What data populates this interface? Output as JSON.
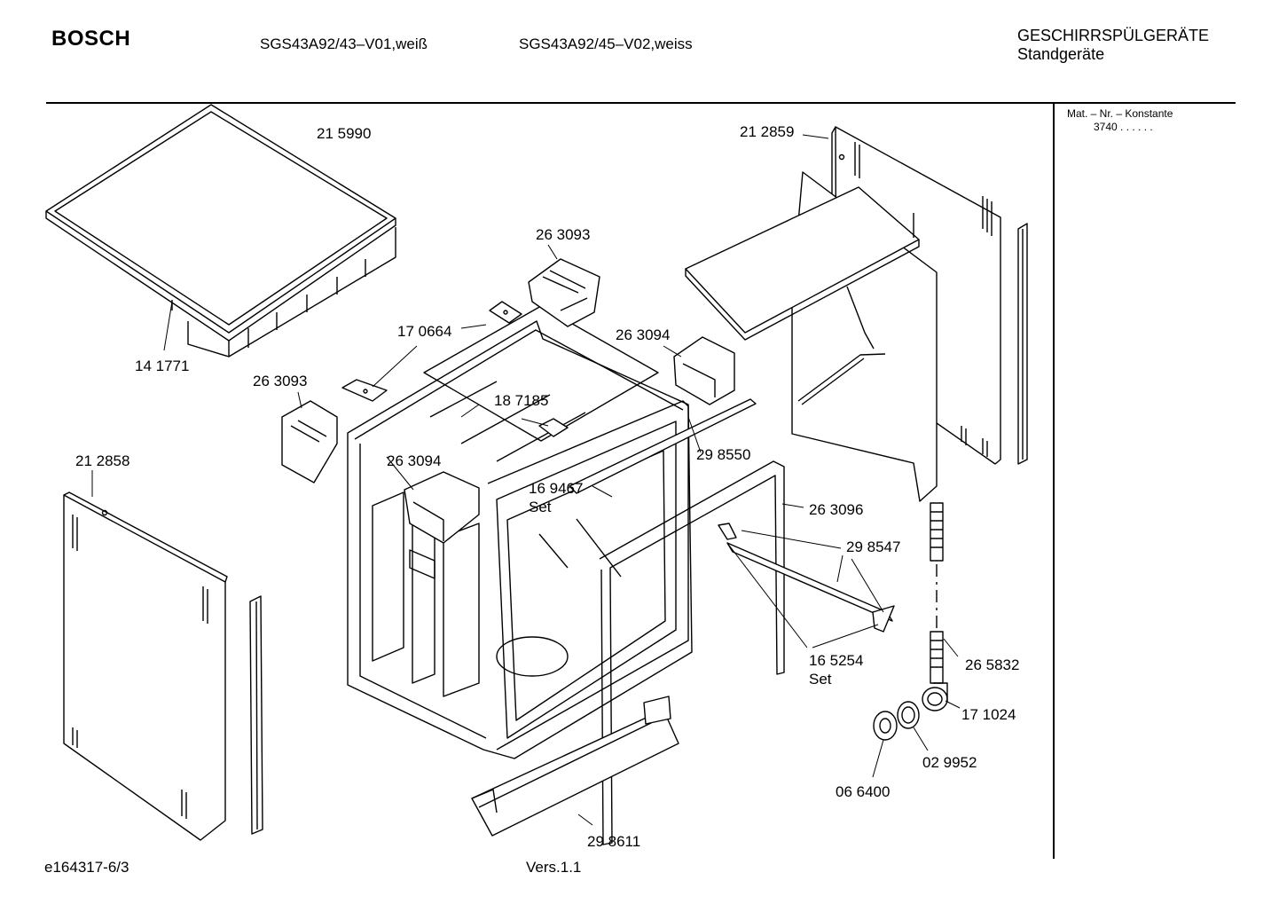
{
  "header": {
    "brand": "BOSCH",
    "model_1": "SGS43A92/43–V01,weiß",
    "model_2": "SGS43A92/45–V02,weiss",
    "category": "GESCHIRRSPÜLGERÄTE",
    "subcategory": "Standgeräte"
  },
  "side_panel": {
    "title": "Mat. – Nr. – Konstante",
    "code": "3740 . .   . . . ."
  },
  "footer": {
    "doc_id": "e164317-6/3",
    "version": "Vers.1.1"
  },
  "parts": [
    {
      "id": "p215990",
      "number": "21 5990"
    },
    {
      "id": "p141771",
      "number": "14 1771"
    },
    {
      "id": "p212859",
      "number": "21 2859"
    },
    {
      "id": "p263093a",
      "number": "26 3093"
    },
    {
      "id": "p263094a",
      "number": "26 3094"
    },
    {
      "id": "p170664",
      "number": "17 0664"
    },
    {
      "id": "p263093b",
      "number": "26 3093"
    },
    {
      "id": "p187185",
      "number": "18 7185"
    },
    {
      "id": "p212858",
      "number": "21 2858"
    },
    {
      "id": "p263094b",
      "number": "26 3094"
    },
    {
      "id": "p298550",
      "number": "29 8550"
    },
    {
      "id": "p169467",
      "number": "16 9467",
      "note": "Set"
    },
    {
      "id": "p263096",
      "number": "26 3096"
    },
    {
      "id": "p298547",
      "number": "29 8547"
    },
    {
      "id": "p165254",
      "number": "16 5254",
      "note": "Set"
    },
    {
      "id": "p265832",
      "number": "26 5832"
    },
    {
      "id": "p171024",
      "number": "17 1024"
    },
    {
      "id": "p029952",
      "number": "02 9952"
    },
    {
      "id": "p066400",
      "number": "06 6400"
    },
    {
      "id": "p298611",
      "number": "29 8611"
    }
  ]
}
